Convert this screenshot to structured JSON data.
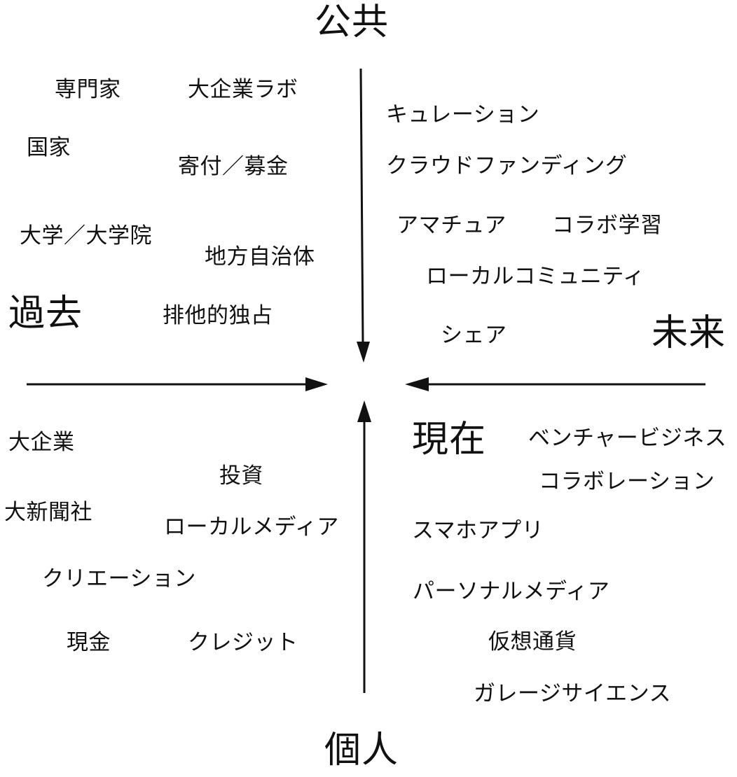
{
  "axes": {
    "top": "公共",
    "bottom": "個人",
    "left": "過去",
    "right": "未来",
    "center": "現在"
  },
  "quadrants": {
    "public_past": [
      "専門家",
      "大企業ラボ",
      "国家",
      "寄付／募金",
      "大学／大学院",
      "地方自治体",
      "排他的独占"
    ],
    "public_future": [
      "キュレーション",
      "クラウドファンディング",
      "アマチュア",
      "コラボ学習",
      "ローカルコミュニティ",
      "シェア"
    ],
    "private_past": [
      "大企業",
      "投資",
      "大新聞社",
      "ローカルメディア",
      "クリエーション",
      "現金",
      "クレジット"
    ],
    "private_future": [
      "ベンチャービジネス",
      "コラボレーション",
      "スマホアプリ",
      "パーソナルメディア",
      "仮想通貨",
      "ガレージサイエンス"
    ]
  }
}
